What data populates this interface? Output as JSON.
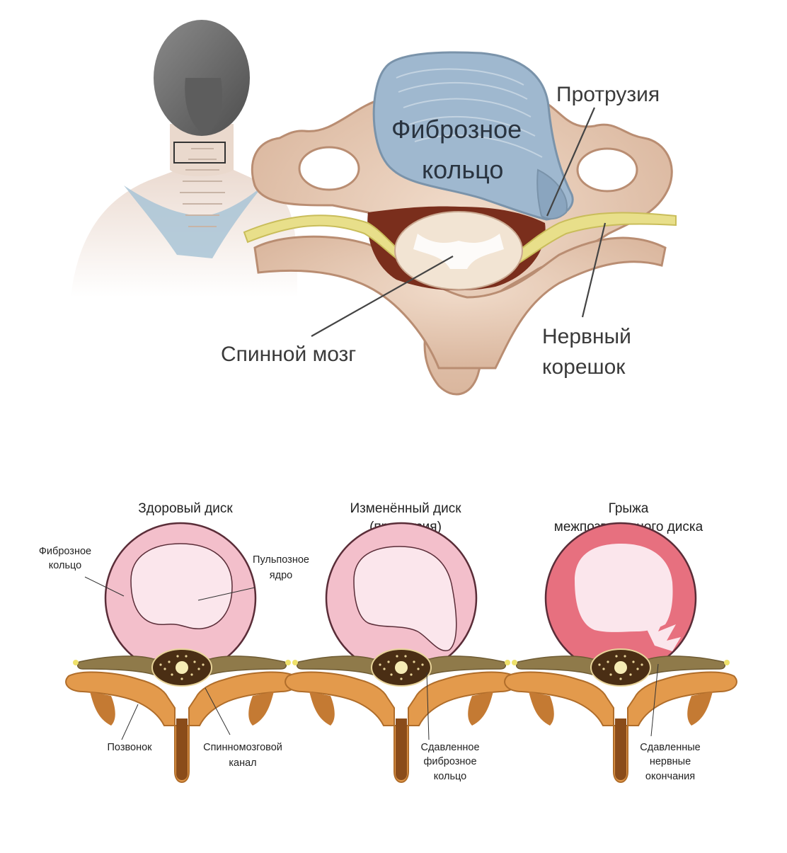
{
  "top": {
    "label_fibrous": "Фиброзное",
    "label_fibrous2": "кольцо",
    "label_protrusion": "Протрузия",
    "label_spinal_cord": "Спинной мозг",
    "label_nerve_root_1": "Нервный",
    "label_nerve_root_2": "корешок"
  },
  "bottom": {
    "panel1": {
      "title": "Здоровый диск",
      "label_fibrous_1": "Фиброзное",
      "label_fibrous_2": "кольцо",
      "label_nucleus_1": "Пульпозное",
      "label_nucleus_2": "ядро",
      "label_vertebra": "Позвонок",
      "label_canal_1": "Спинномозговой",
      "label_canal_2": "канал"
    },
    "panel2": {
      "title_1": "Изменённый диск",
      "title_2": "(протрузия)",
      "label_1": "Сдавленное",
      "label_2": "фиброзное",
      "label_3": "кольцо"
    },
    "panel3": {
      "title_1": "Грыжа",
      "title_2": "межпозвоночного диска",
      "label_1": "Сдавленные",
      "label_2": "нервные",
      "label_3": "окончания"
    }
  },
  "colors": {
    "bone": "#e8c9b2",
    "bone_dark": "#b98d72",
    "disc_blue": "#9fb8cf",
    "nerve_yellow": "#e8df8a",
    "pink_ring": "#f3bfcb",
    "pink_core": "#fbe6ec",
    "hernia_red": "#e7707f",
    "vertebra_orange": "#e39a4c",
    "canal_brown": "#4a2e14"
  }
}
